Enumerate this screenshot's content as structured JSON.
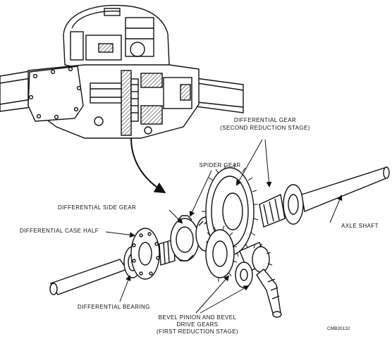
{
  "labels": {
    "differential_gear_1": "DIFFERENTIAL GEAR",
    "differential_gear_2": "(SECOND REDUCTION STAGE)",
    "spider_gear": "SPIDER GEAR",
    "differential_side_gear": "DIFFERENTIAL SIDE GEAR",
    "differential_case_half": "DIFFERENTIAL CASE HALF",
    "axle_shaft": "AXLE SHAFT",
    "differential_bearing": "DIFFERENTIAL BEARING",
    "bevel_1": "BEVEL PINION AND BEVEL",
    "bevel_2": "DRIVE GEARS",
    "bevel_3": "(FIRST REDUCTION STAGE)",
    "figure_code": "CMB20132"
  },
  "colors": {
    "ink": "#111111",
    "paper": "#ffffff"
  }
}
